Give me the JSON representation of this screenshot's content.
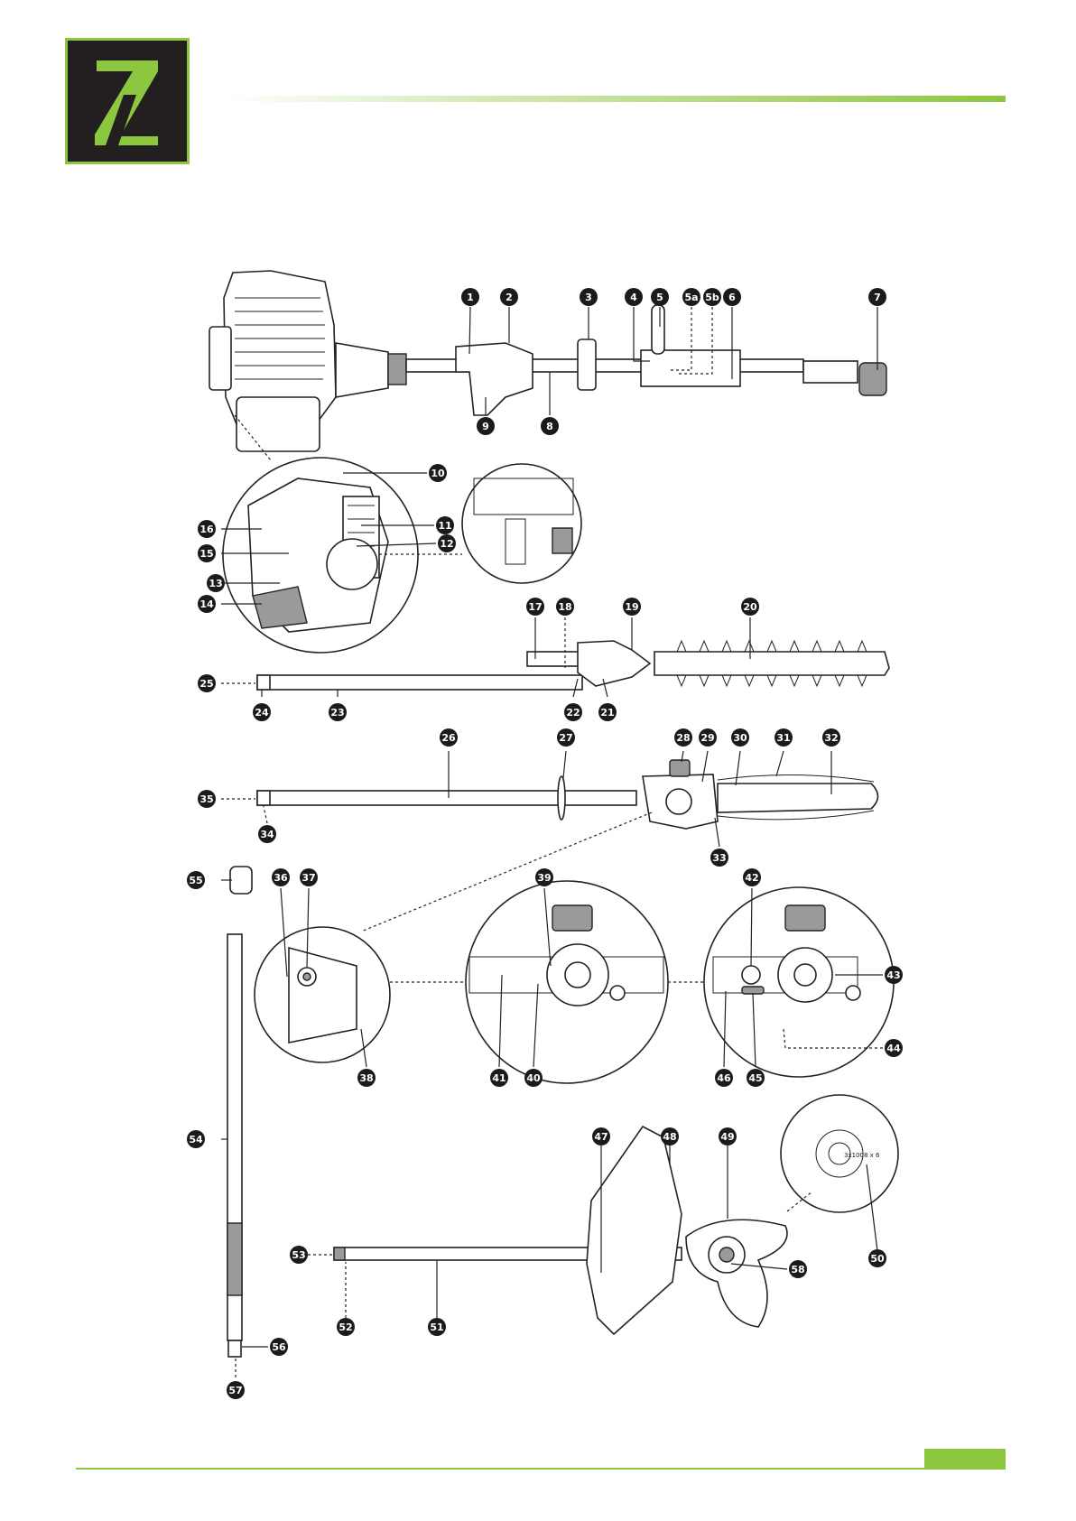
{
  "brand": {
    "accent_color": "#8dc63f",
    "logo_bg": "#231f20"
  },
  "callouts": [
    "1",
    "2",
    "3",
    "4",
    "5",
    "5a",
    "5b",
    "6",
    "7",
    "8",
    "9",
    "10",
    "11",
    "12",
    "13",
    "14",
    "15",
    "16",
    "17",
    "18",
    "19",
    "20",
    "21",
    "22",
    "23",
    "24",
    "25",
    "26",
    "27",
    "28",
    "29",
    "30",
    "31",
    "32",
    "33",
    "34",
    "35",
    "36",
    "37",
    "38",
    "39",
    "40",
    "41",
    "42",
    "43",
    "44",
    "45",
    "46",
    "47",
    "48",
    "49",
    "50",
    "51",
    "52",
    "53",
    "54",
    "55",
    "56",
    "57",
    "58"
  ],
  "blade_text": "3x1008 x 6"
}
